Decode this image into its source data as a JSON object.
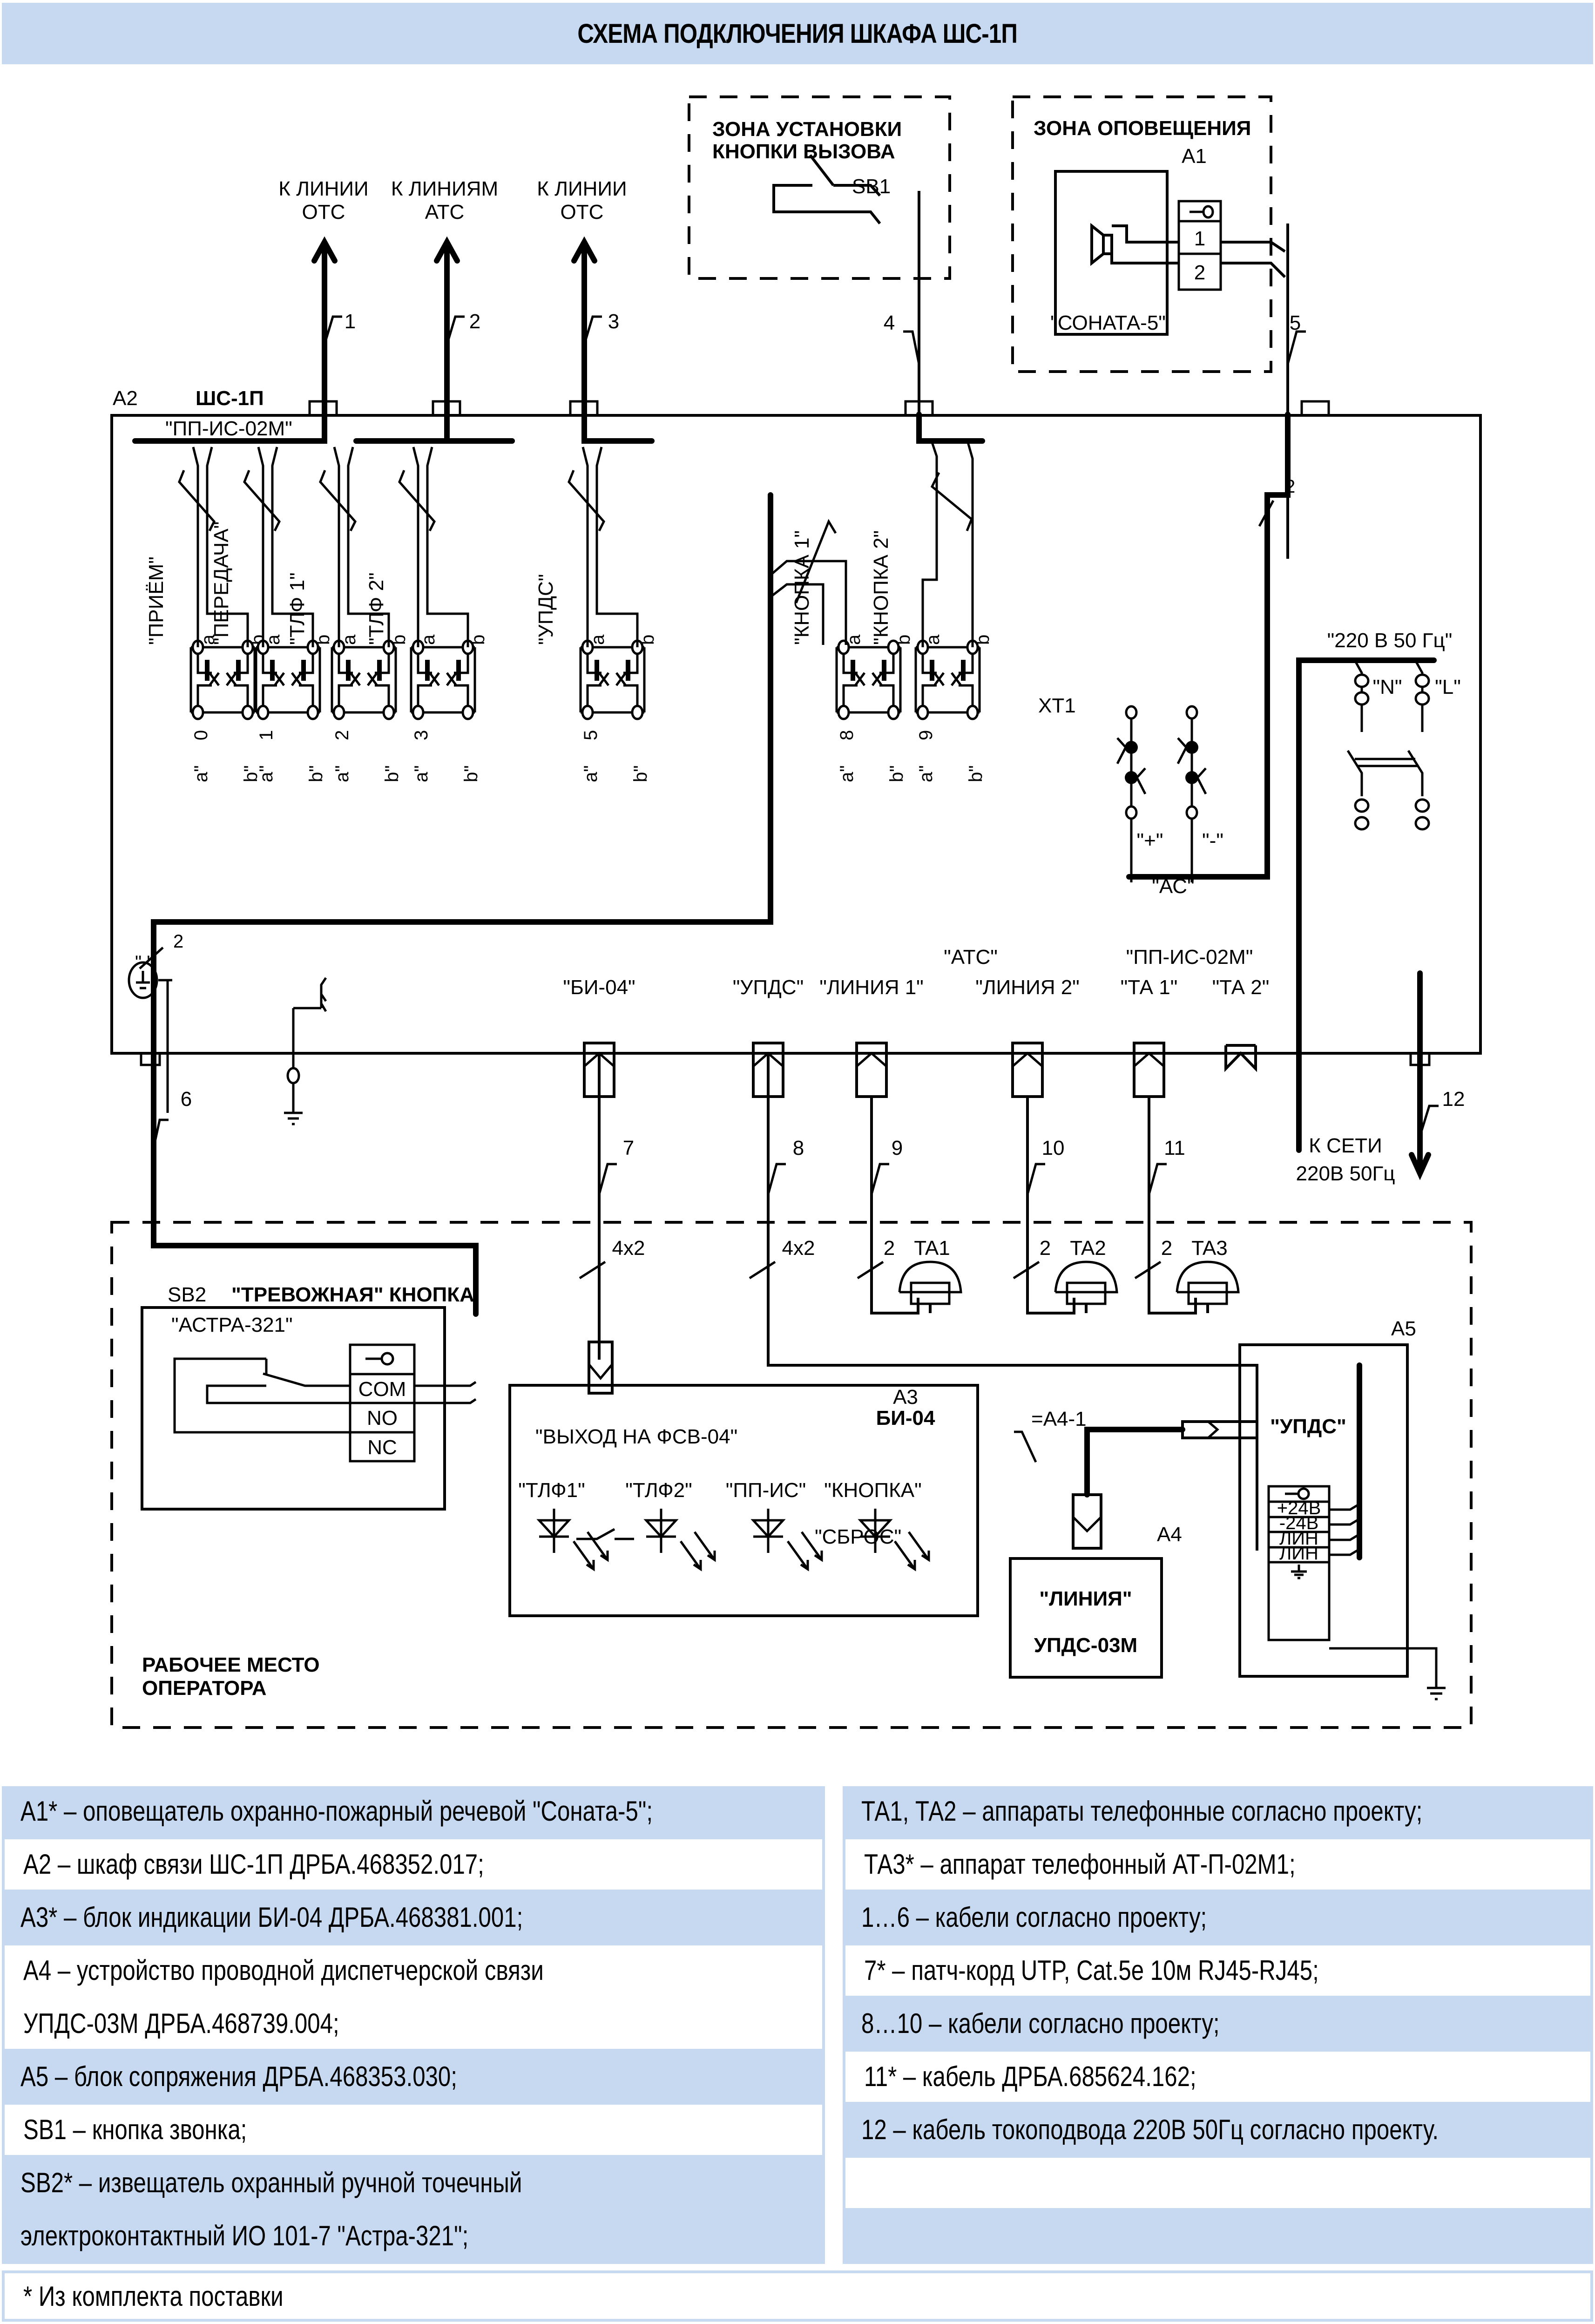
{
  "title": "СХЕМА ПОДКЛЮЧЕНИЯ ШКАФА ШС-1П",
  "external_lines": [
    {
      "label_line1": "К ЛИНИИ",
      "label_line2": "ОТС",
      "cable": "1"
    },
    {
      "label_line1": "К ЛИНИЯМ",
      "label_line2": "АТС",
      "cable": "2"
    },
    {
      "label_line1": "К ЛИНИИ",
      "label_line2": "ОТС",
      "cable": "3"
    }
  ],
  "zone_call_button": {
    "title_line1": "ЗОНА УСТАНОВКИ",
    "title_line2": "КНОПКИ ВЫЗОВА",
    "device": "SB1",
    "cable": "4"
  },
  "zone_notification": {
    "title": "ЗОНА ОПОВЕЩЕНИЯ",
    "device_ref": "A1",
    "device_name": "\"СОНАТА-5\"",
    "terminals": [
      "1",
      "2"
    ],
    "cable": "5"
  },
  "cabinet": {
    "ref": "A2",
    "name": "ШС-1П",
    "module_label": "\"ПП-ИС-02М\"",
    "channels": [
      {
        "name": "\"ПРИЁМ\"",
        "number": "0"
      },
      {
        "name": "\"ПЕРЕДАЧА\"",
        "number": "1"
      },
      {
        "name": "\"ТЛФ 1\"",
        "number": "2"
      },
      {
        "name": "\"ТЛФ 2\"",
        "number": "3"
      },
      {
        "name": "\"УПДС\"",
        "number": "5"
      },
      {
        "name": "\"КНОПКА 1\"",
        "number": "8"
      },
      {
        "name": "\"КНОПКА 2\"",
        "number": "9"
      }
    ],
    "pin_a": "a",
    "pin_b": "b",
    "pin_a2": "a\"",
    "pin_b2": "b\"",
    "terminal_block": "XT1",
    "power_label": "\"220 В 50 Гц\"",
    "neutral": "\"N\"",
    "line": "\"L\"",
    "battery_plus": "\"+\"",
    "battery_minus": "\"-\"",
    "battery_label": "\"АС\"",
    "wire_count_right": "2",
    "wire_count_left": "2",
    "ground_label_quotes": "\"  \"",
    "connectors": {
      "bi04": "\"БИ-04\"",
      "updc": "\"УПДС\"",
      "line1": "\"ЛИНИЯ 1\"",
      "line2": "\"ЛИНИЯ 2\"",
      "ta1": "\"ТА 1\"",
      "ta2": "\"ТА 2\"",
      "group_ats": "\"АТС\"",
      "group_ppis": "\"ПП-ИС-02М\""
    }
  },
  "cables_bottom": [
    "6",
    "7",
    "8",
    "9",
    "10",
    "11",
    "12"
  ],
  "mains": {
    "line1": "К СЕТИ",
    "line2": "220В 50Гц"
  },
  "operator_zone": {
    "title_line1": "РАБОЧЕЕ МЕСТО",
    "title_line2": "ОПЕРАТОРА",
    "sb2_ref": "SB2",
    "sb2_title": "\"ТРЕВОЖНАЯ\" КНОПКА",
    "sb2_model": "\"АСТРА-321\"",
    "sb2_terminals": [
      "COM",
      "NO",
      "NC"
    ],
    "bundle_4x2_a": "4x2",
    "bundle_4x2_b": "4x2",
    "phones": [
      {
        "ref": "TA1",
        "wires": "2"
      },
      {
        "ref": "TA2",
        "wires": "2"
      },
      {
        "ref": "TA3",
        "wires": "2"
      }
    ],
    "a3_ref": "A3",
    "a3_name": "БИ-04",
    "a3_output": "\"ВЫХОД НА ФСВ-04\"",
    "a3_indicators": [
      "\"ТЛФ1\"",
      "\"ТЛФ2\"",
      "\"ПП-ИС\"",
      "\"КНОПКА\""
    ],
    "a3_reset": "\"СБРОС\"",
    "a4_ref": "A4",
    "a4_tag": "=A4-1",
    "a4_line": "\"ЛИНИЯ\"",
    "a4_name": "УПДС-03М",
    "a5_ref": "A5",
    "a5_name": "\"УПДС\"",
    "a5_terminals": [
      "+24В",
      "-24В",
      "ЛИН",
      "ЛИН"
    ]
  },
  "legend": {
    "left": [
      {
        "text": "А1* – оповещатель охранно-пожарный речевой \"Соната-5\";",
        "lines": 1
      },
      {
        "text": "А2 – шкаф связи ШС-1П ДРБА.468352.017;",
        "lines": 1
      },
      {
        "text": "А3* – блок индикации БИ-04 ДРБА.468381.001;",
        "lines": 1
      },
      {
        "text": "А4 – устройство проводной диспетчерской связи",
        "text2": "УПДС-03М ДРБА.468739.004;",
        "lines": 2
      },
      {
        "text": "А5 – блок сопряжения ДРБА.468353.030;",
        "lines": 1
      },
      {
        "text": "SB1 – кнопка звонка;",
        "lines": 1
      },
      {
        "text": "SB2* – извещатель охранный ручной точечный",
        "text2": "электроконтактный ИО 101-7 \"Астра-321\";",
        "lines": 2
      }
    ],
    "right": [
      {
        "text": "ТА1, ТА2 – аппараты телефонные согласно проекту;"
      },
      {
        "text": "ТА3* – аппарат телефонный АТ-П-02М1;"
      },
      {
        "text": "1…6 – кабели согласно проекту;"
      },
      {
        "text": "7* – патч-корд UTP, Cat.5e 10м RJ45-RJ45;"
      },
      {
        "text": "8…10 – кабели согласно проекту;"
      },
      {
        "text": "11* – кабель ДРБА.685624.162;"
      },
      {
        "text": "12 – кабель токоподвода 220В 50Гц согласно проекту."
      },
      {
        "text": ""
      },
      {
        "text": ""
      }
    ],
    "footnote": "* Из комплекта поставки"
  },
  "colors": {
    "band": "#c6d9f0",
    "ink": "#000000"
  }
}
